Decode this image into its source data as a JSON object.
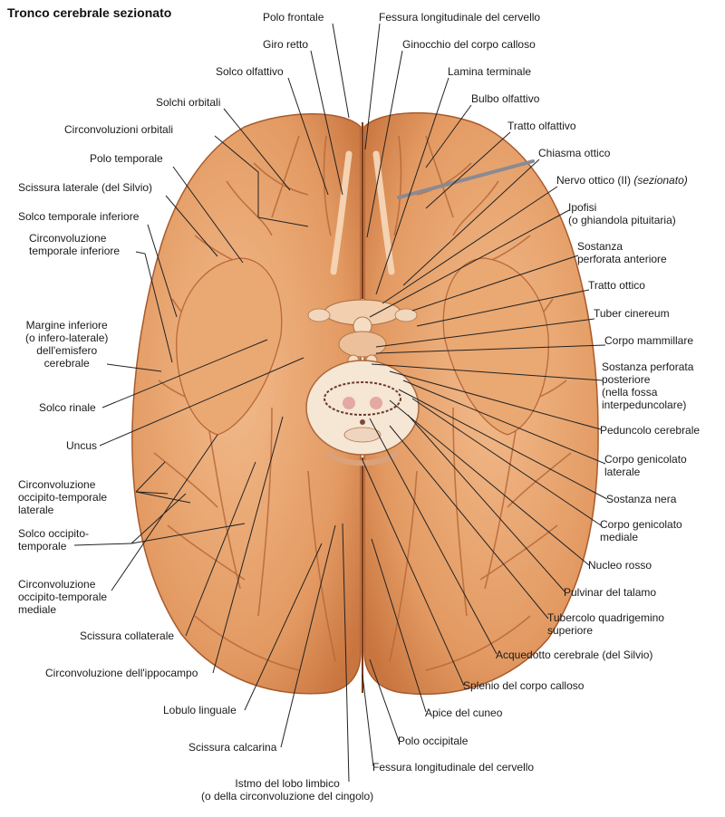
{
  "title": "Tronco cerebrale sezionato",
  "colors": {
    "brain": "#e39a62",
    "brain_light": "#f0b98a",
    "sulcus": "#b8693a",
    "stem": "#efc9a8",
    "leader": "#222222"
  },
  "labels": {
    "polo_frontale": "Polo frontale",
    "giro_retto": "Giro retto",
    "solco_olfattivo": "Solco olfattivo",
    "solchi_orbitali": "Solchi orbitali",
    "circonvoluzioni_orbitali": "Circonvoluzioni orbitali",
    "polo_temporale": "Polo temporale",
    "scissura_laterale": "Scissura laterale (del Silvio)",
    "solco_temporale_inferiore": "Solco temporale inferiore",
    "circ_temporale_inferiore": "Circonvoluzione\ntemporale inferiore",
    "margine_inferiore": "Margine inferiore\n(o infero-laterale)\ndell'emisfero\ncerebrale",
    "solco_rinale": "Solco rinale",
    "uncus": "Uncus",
    "circ_occ_temp_laterale": "Circonvoluzione\noccipito-temporale\nlaterale",
    "solco_occ_temp": "Solco occipito-\ntemporale",
    "circ_occ_temp_mediale": "Circonvoluzione\noccipito-temporale\nmediale",
    "scissura_collaterale": "Scissura collaterale",
    "circ_ippocampo": "Circonvoluzione dell'ippocampo",
    "lobulo_linguale": "Lobulo linguale",
    "scissura_calcarina": "Scissura calcarina",
    "istmo": "Istmo del lobo limbico\n(o della circonvoluzione del cingolo)",
    "fessura_long_top": "Fessura longitudinale del cervello",
    "ginocchio": "Ginocchio del corpo calloso",
    "lamina_terminale": "Lamina terminale",
    "bulbo_olfattivo": "Bulbo olfattivo",
    "tratto_olfattivo": "Tratto olfattivo",
    "chiasma_ottico": "Chiasma ottico",
    "nervo_ottico": "Nervo ottico (II)",
    "nervo_ottico_note": "(sezionato)",
    "ipofisi": "Ipofisi\n(o ghiandola pituitaria)",
    "sostanza_perf_ant": "Sostanza\nperforata anteriore",
    "tratto_ottico": "Tratto ottico",
    "tuber_cinereum": "Tuber cinereum",
    "corpo_mammillare": "Corpo mammillare",
    "sostanza_perf_post": "Sostanza perforata\nposteriore\n(nella fossa\ninterpeduncolare)",
    "peduncolo": "Peduncolo cerebrale",
    "genicolato_laterale": "Corpo genicolato\nlaterale",
    "sostanza_nera": "Sostanza nera",
    "genicolato_mediale": "Corpo genicolato\nmediale",
    "nucleo_rosso": "Nucleo rosso",
    "pulvinar": "Pulvinar del talamo",
    "tubercolo": "Tubercolo quadrigemino\nsuperiore",
    "acquedotto": "Acquedotto cerebrale (del Silvio)",
    "splenio": "Splenio del corpo calloso",
    "apice_cuneo": "Apice del cuneo",
    "polo_occipitale": "Polo occipitale",
    "fessura_long_bottom": "Fessura longitudinale del cervello"
  }
}
